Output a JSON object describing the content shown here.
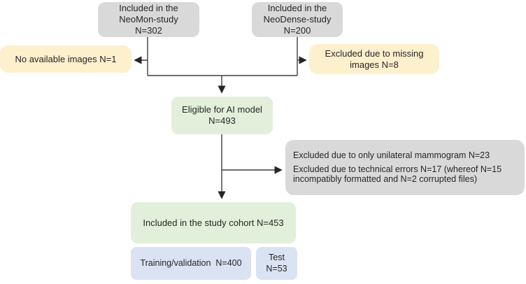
{
  "figure": {
    "type": "flowchart",
    "description_visible": false
  },
  "nodes": {
    "neomon": {
      "text": "Included in the\nNeoMon-study\nN=302"
    },
    "neodense": {
      "text": "Included in the\nNeoDense-study\nN=200"
    },
    "no_available_images": {
      "text": "No available images N=1"
    },
    "excluded_missing": {
      "text": "Excluded due to missing\nimages N=8"
    },
    "eligible": {
      "text": "Eligible for AI model\nN=493"
    },
    "exclusions": {
      "line1": "Excluded due to only unilateral mammogram N=23",
      "line2": "Excluded due to technical errors N=17 (whereof N=15 incompatibly formatted and N=2 corrupted files)"
    },
    "cohort": {
      "text": "Included in the study cohort N=453"
    },
    "training": {
      "text": "Training/validation  N=400"
    },
    "test": {
      "text": "Test\nN=53"
    }
  },
  "counts": {
    "neomon": 302,
    "neodense": 200,
    "no_available_images": 1,
    "excluded_missing_images": 8,
    "eligible": 493,
    "excluded_unilateral": 23,
    "excluded_technical": 17,
    "incompatibly_formatted": 15,
    "corrupted_files": 2,
    "study_cohort": 453,
    "training_validation": 400,
    "test": 53
  },
  "colors": {
    "gray_fill": "#d9d9d9",
    "yellow_fill": "#fdf0cc",
    "green_fill": "#e2efda",
    "blue_fill": "#dae3f3",
    "line_color": "#3f3f3f",
    "text_color": "#262626"
  }
}
